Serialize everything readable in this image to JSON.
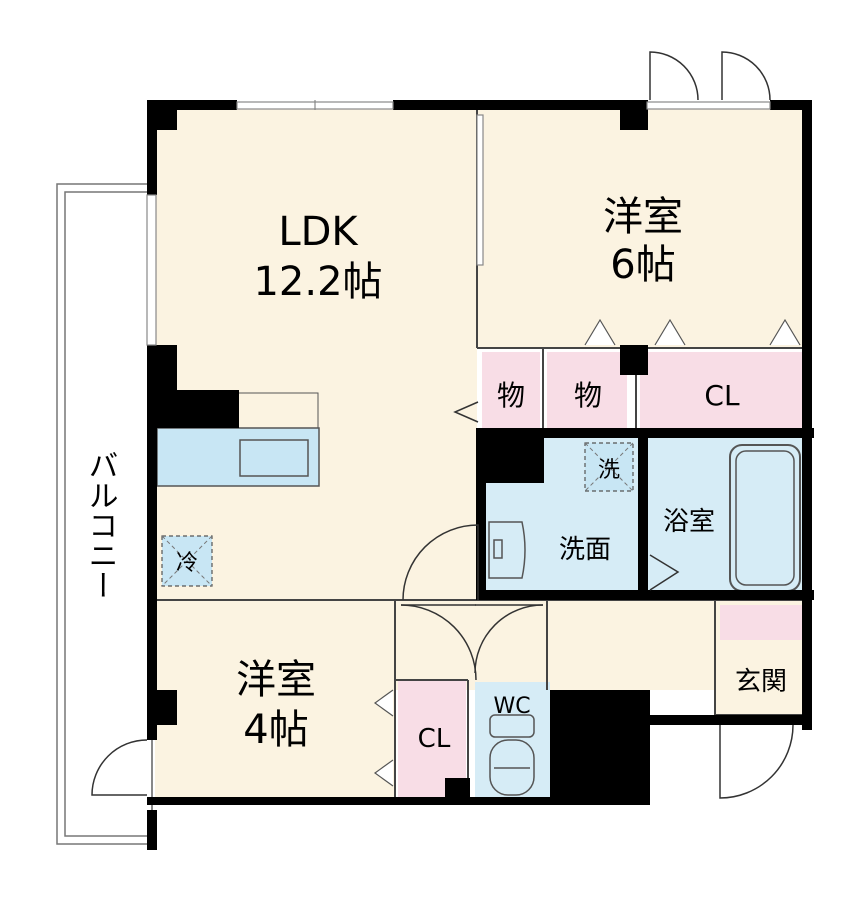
{
  "rooms": {
    "ldk": {
      "name": "LDK",
      "size": "12.2帖"
    },
    "western_6": {
      "name": "洋室",
      "size": "6帖"
    },
    "western_4": {
      "name": "洋室",
      "size": "4帖"
    },
    "storage_1": "物",
    "storage_2": "物",
    "closet_upper": "CL",
    "closet_lower": "CL",
    "washroom": "洗面",
    "bathroom": "浴室",
    "toilet": "WC",
    "entrance": "玄関",
    "balcony": "バルコニー"
  },
  "fixtures": {
    "fridge": "冷",
    "washer": "洗"
  },
  "colors": {
    "room_floor": "#fbf3e1",
    "wet_area": "#d6ecf6",
    "closet": "#f8dde6",
    "wall": "#000000",
    "outline": "#555555"
  }
}
